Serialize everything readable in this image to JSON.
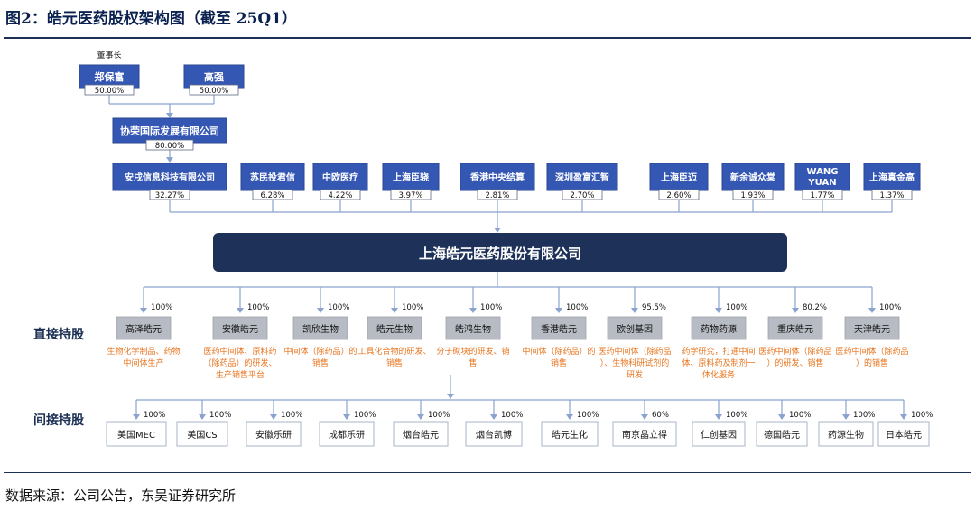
{
  "title": "图2：皓元医药股权架构图（截至 25Q1）",
  "source": "数据来源：公司公告，东吴证券研究所",
  "chairman_label": "董事长",
  "top_holders": [
    {
      "name": "郑保富",
      "pct": "50.00%"
    },
    {
      "name": "高强",
      "pct": "50.00%"
    }
  ],
  "middle_holder": {
    "name": "协荣国际发展有限公司",
    "pct": "80.00%"
  },
  "shareholders": [
    {
      "name": "安戌信息科技有限公司",
      "pct": "32.27%"
    },
    {
      "name": "苏民投君信",
      "pct": "6.28%"
    },
    {
      "name": "中欧医疗",
      "pct": "4.22%"
    },
    {
      "name": "上海臣骁",
      "pct": "3.97%"
    },
    {
      "name": "香港中央结算",
      "pct": "2.81%"
    },
    {
      "name": "深圳盈富汇智",
      "pct": "2.70%"
    },
    {
      "name": "上海臣迈",
      "pct": "2.60%"
    },
    {
      "name": "新余诚众棠",
      "pct": "1.93%"
    },
    {
      "name": "WANG YUAN",
      "pct": "1.77%"
    },
    {
      "name": "上海真金高",
      "pct": "1.37%"
    }
  ],
  "company": "上海皓元医药股份有限公司",
  "direct_label": "直接持股",
  "indirect_label": "间接持股",
  "subsidiaries": [
    {
      "name": "高泽皓元",
      "pct": "100%",
      "desc": "生物化学制品、药物中间体生产"
    },
    {
      "name": "安徽皓元",
      "pct": "100%",
      "desc": "医药中间体、原料药（除药品）的研发、生产销售平台"
    },
    {
      "name": "凯欣生物",
      "pct": "100%",
      "desc": "中间体（除药品）的销售"
    },
    {
      "name": "皓元生物",
      "pct": "100%",
      "desc": "工具化合物的研发、销售"
    },
    {
      "name": "皓鸿生物",
      "pct": "100%",
      "desc": "分子砌块的研发、销售"
    },
    {
      "name": "香港皓元",
      "pct": "100%",
      "desc": "中间体（除药品）的销售"
    },
    {
      "name": "欧创基因",
      "pct": "95.5%",
      "desc": "医药中间体（除药品）、生物科研试剂的研发"
    },
    {
      "name": "药物药源",
      "pct": "100%",
      "desc": "药学研究，打通中间体、原料药及制剂一体化服务"
    },
    {
      "name": "重庆皓元",
      "pct": "80.2%",
      "desc": "医药中间体（除药品）的研发、销售"
    },
    {
      "name": "天津皓元",
      "pct": "100%",
      "desc": "医药中间体（除药品）的销售"
    }
  ],
  "indirect": [
    {
      "name": "美国MEC",
      "pct": "100%"
    },
    {
      "name": "美国CS",
      "pct": "100%"
    },
    {
      "name": "安徽乐研",
      "pct": "100%"
    },
    {
      "name": "成都乐研",
      "pct": "100%"
    },
    {
      "name": "烟台皓元",
      "pct": "100%"
    },
    {
      "name": "烟台凯博",
      "pct": "100%"
    },
    {
      "name": "皓元生化",
      "pct": "100%"
    },
    {
      "name": "南京晶立得",
      "pct": "60%"
    },
    {
      "name": "仁创基因",
      "pct": "100%"
    },
    {
      "name": "德国皓元",
      "pct": "100%"
    },
    {
      "name": "药源生物",
      "pct": "100%"
    },
    {
      "name": "日本皓元",
      "pct": "100%"
    }
  ]
}
